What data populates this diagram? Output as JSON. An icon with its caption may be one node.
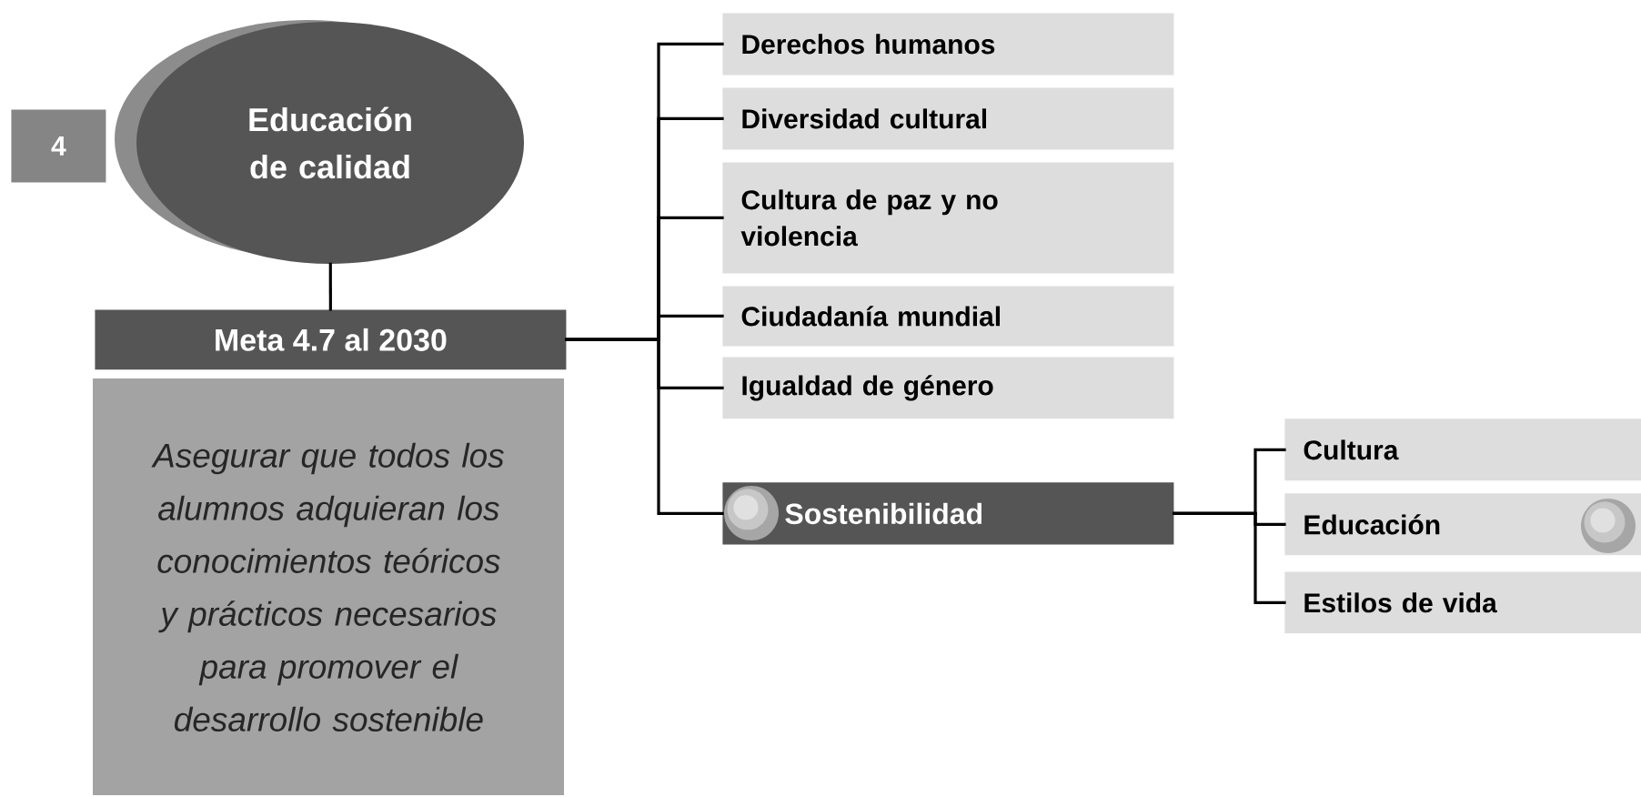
{
  "diagram": {
    "nodes": [
      {
        "text": [
          "4"
        ]
      },
      {
        "text": [
          "Educación de calidad"
        ]
      },
      {
        "text": [
          "Meta 4.7 al 2030"
        ]
      },
      {
        "text": [
          "Asegurar que todos los alumnos adquieran los conocimientos teóricos y prácticos necesarios para promover el desarrollo sostenible"
        ]
      },
      {
        "text": [
          "Derechos humanos"
        ]
      },
      {
        "text": [
          "Diversidad cultural"
        ]
      },
      {
        "text": [
          "Cultura de paz y no violencia"
        ]
      },
      {
        "text": [
          "Ciudadanía mundial"
        ]
      },
      {
        "text": [
          "Igualdad de género"
        ]
      },
      {
        "text": [
          "Sostenibilidad"
        ]
      },
      {
        "text": [
          "Cultura"
        ]
      },
      {
        "text": [
          "Educación"
        ]
      },
      {
        "text": [
          "Estilos de vida"
        ]
      }
    ],
    "edges": [
      {
        "from": 1,
        "to": 2,
        "arrow": "none"
      },
      {
        "from": 2,
        "to": 4,
        "arrow": "none"
      },
      {
        "from": 2,
        "to": 5,
        "arrow": "none"
      },
      {
        "from": 2,
        "to": 6,
        "arrow": "none"
      },
      {
        "from": 2,
        "to": 7,
        "arrow": "none"
      },
      {
        "from": 2,
        "to": 8,
        "arrow": "none"
      },
      {
        "from": 2,
        "to": 9,
        "arrow": "none"
      },
      {
        "from": 9,
        "to": 10,
        "arrow": "none"
      },
      {
        "from": 9,
        "to": 11,
        "arrow": "none"
      },
      {
        "from": 9,
        "to": 12,
        "arrow": "none"
      }
    ]
  }
}
